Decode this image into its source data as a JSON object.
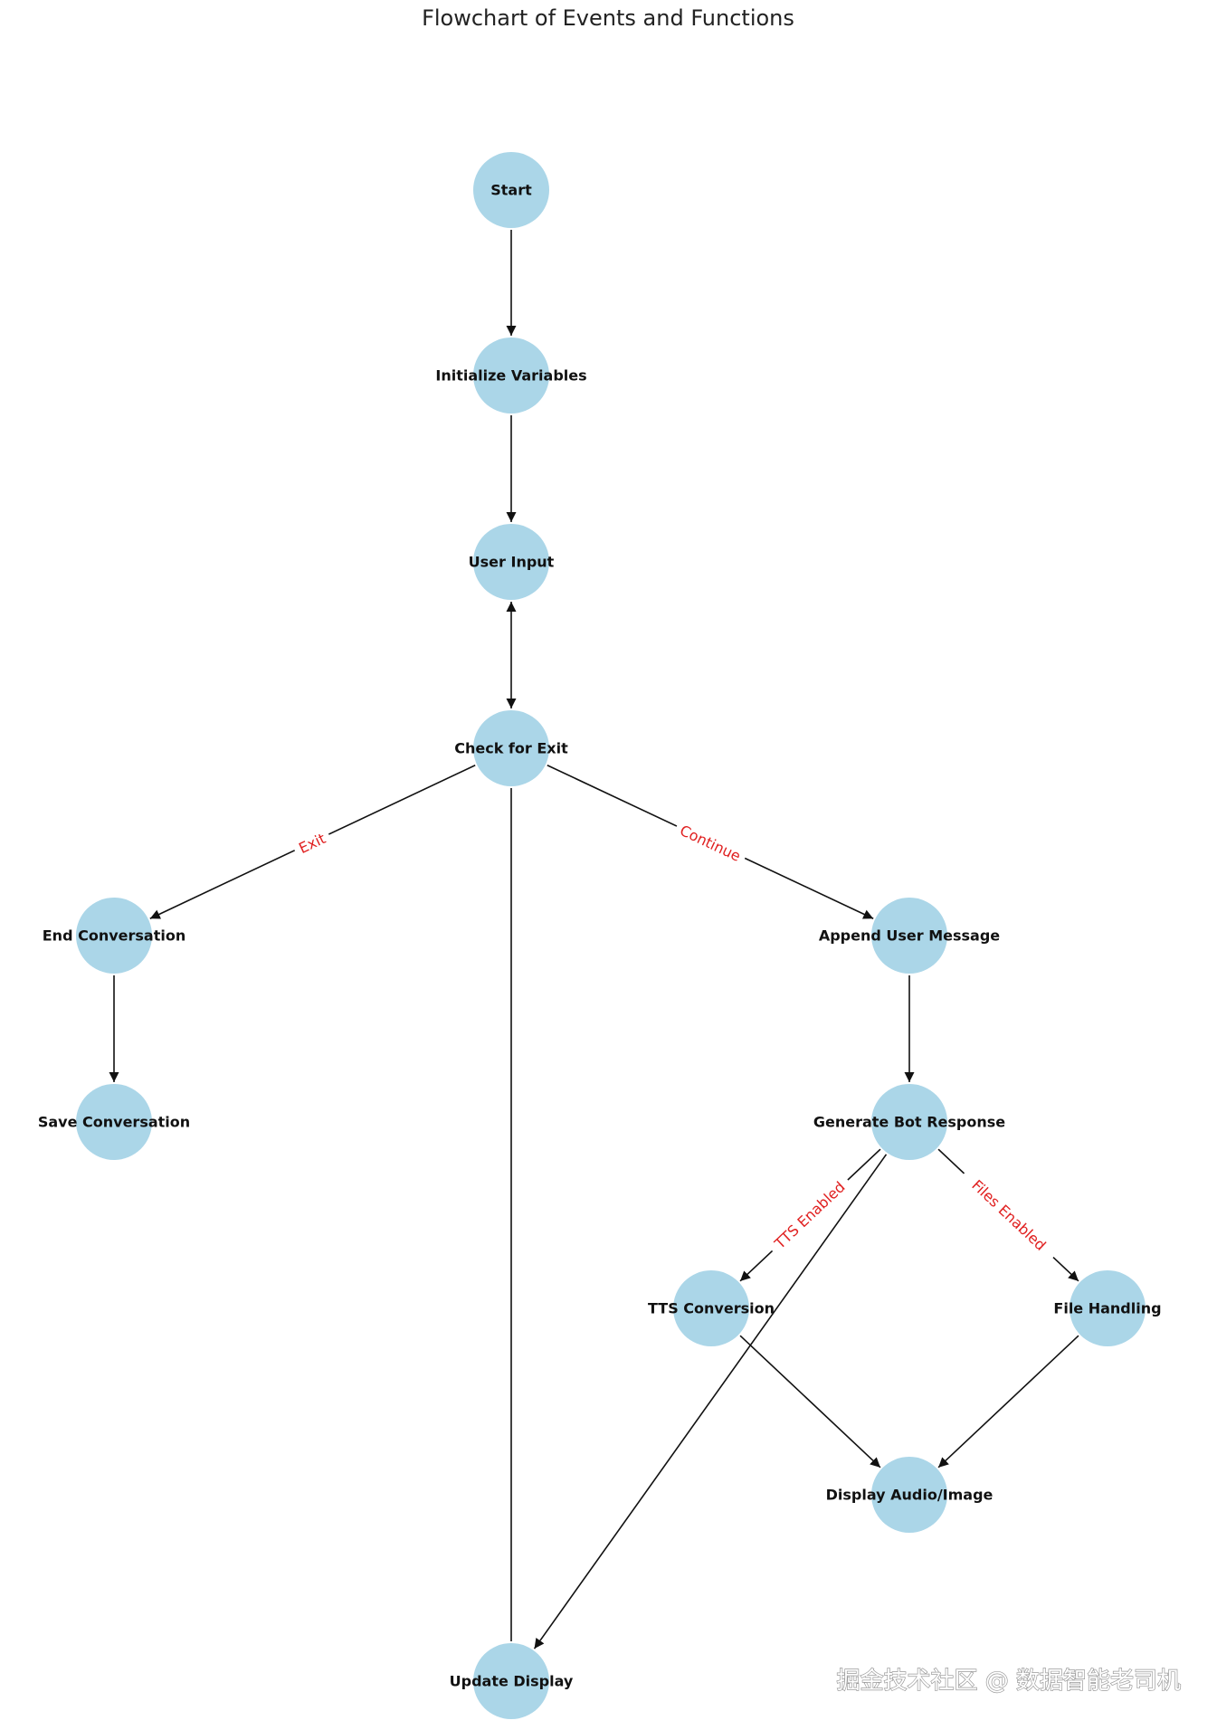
{
  "title": "Flowchart of Events and Functions",
  "colors": {
    "node_fill": "#abd6e8",
    "edge": "#111111",
    "edge_label": "#e02020"
  },
  "nodes": [
    {
      "id": "start",
      "label": "Start"
    },
    {
      "id": "init",
      "label": "Initialize Variables"
    },
    {
      "id": "input",
      "label": "User Input"
    },
    {
      "id": "check",
      "label": "Check for Exit"
    },
    {
      "id": "end",
      "label": "End Conversation"
    },
    {
      "id": "append",
      "label": "Append User Message"
    },
    {
      "id": "save",
      "label": "Save Conversation"
    },
    {
      "id": "generate",
      "label": "Generate Bot Response"
    },
    {
      "id": "tts",
      "label": "TTS Conversion"
    },
    {
      "id": "files",
      "label": "File Handling"
    },
    {
      "id": "display_media",
      "label": "Display Audio/Image"
    },
    {
      "id": "update",
      "label": "Update Display"
    }
  ],
  "edges": [
    {
      "from": "start",
      "to": "init",
      "label": ""
    },
    {
      "from": "init",
      "to": "input",
      "label": ""
    },
    {
      "from": "input",
      "to": "check",
      "label": "",
      "bidirectional": true
    },
    {
      "from": "check",
      "to": "end",
      "label": "Exit"
    },
    {
      "from": "check",
      "to": "append",
      "label": "Continue"
    },
    {
      "from": "end",
      "to": "save",
      "label": ""
    },
    {
      "from": "append",
      "to": "generate",
      "label": ""
    },
    {
      "from": "generate",
      "to": "tts",
      "label": "TTS Enabled"
    },
    {
      "from": "generate",
      "to": "files",
      "label": "Files Enabled"
    },
    {
      "from": "generate",
      "to": "update",
      "label": ""
    },
    {
      "from": "tts",
      "to": "display_media",
      "label": ""
    },
    {
      "from": "files",
      "to": "display_media",
      "label": ""
    },
    {
      "from": "update",
      "to": "check",
      "label": "",
      "no_arrow": true
    }
  ],
  "watermark": "掘金技术社区 @ 数据智能老司机"
}
